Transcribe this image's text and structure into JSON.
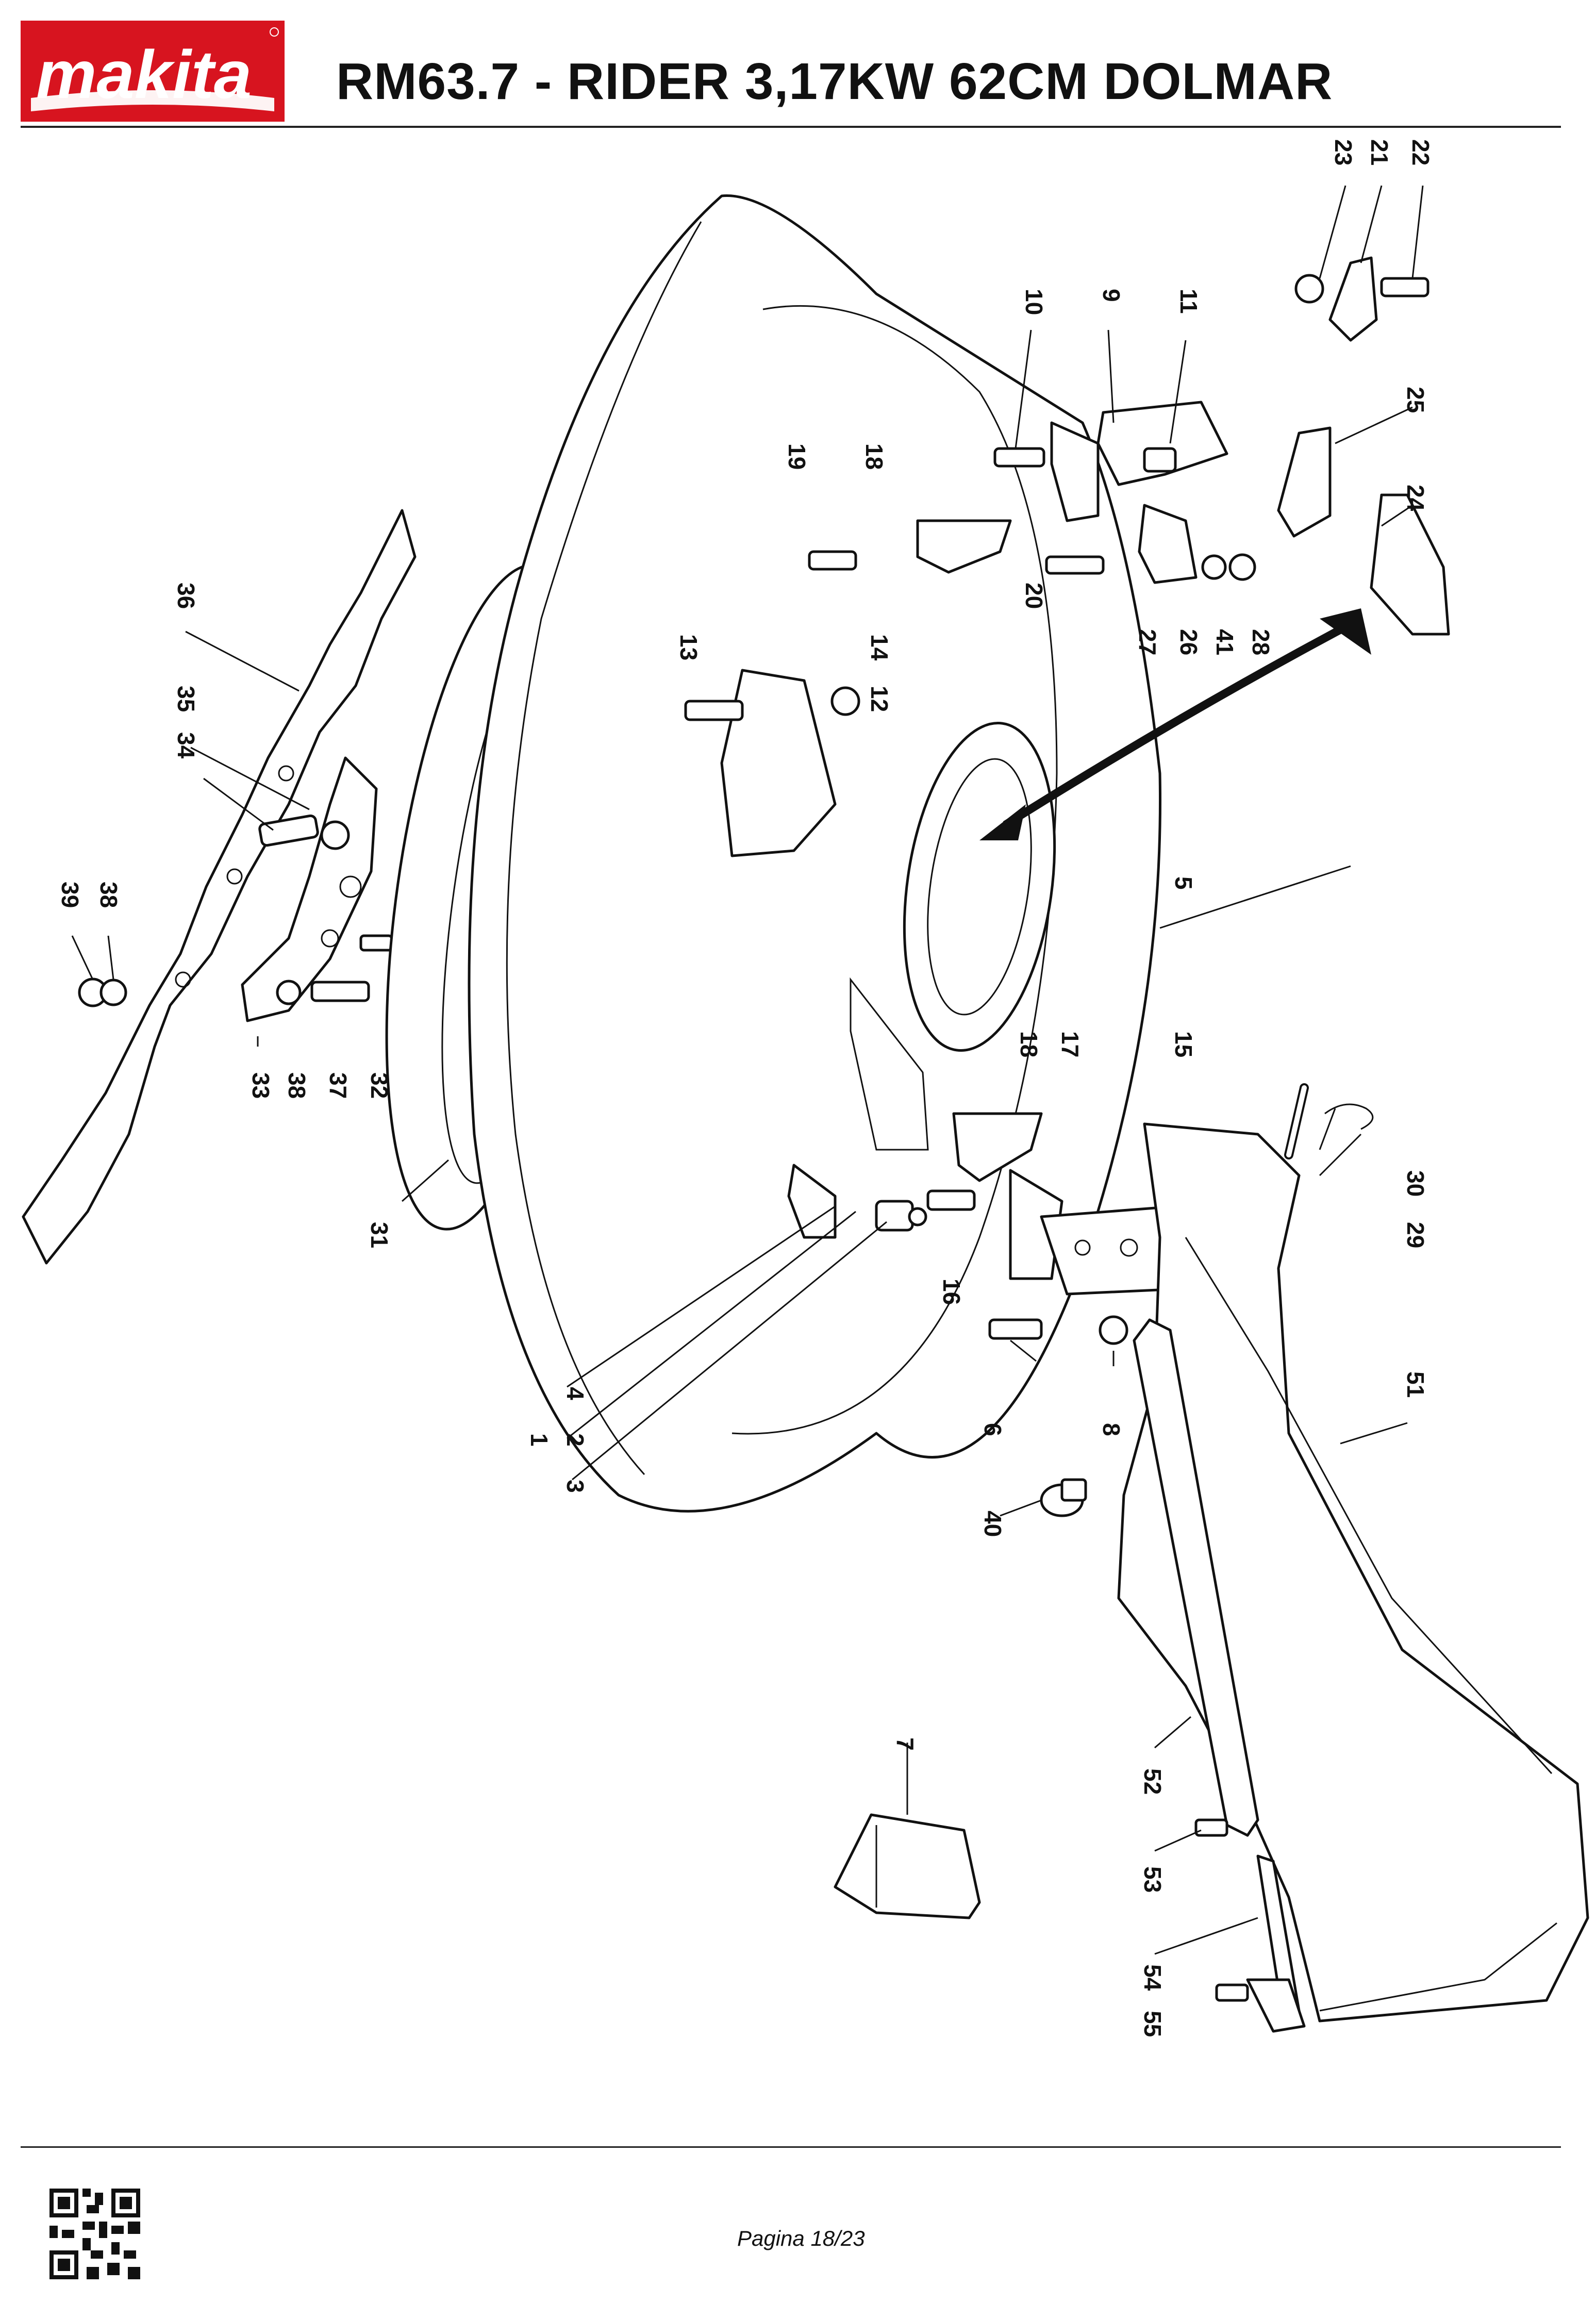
{
  "header": {
    "logo_text": "makita",
    "title": "RM63.7 - RIDER 3,17KW 62CM  DOLMAR"
  },
  "footer": {
    "page": "Pagina 18/23"
  },
  "diagram": {
    "callouts": [
      {
        "id": "c1",
        "label": "1"
      },
      {
        "id": "c2",
        "label": "2"
      },
      {
        "id": "c3",
        "label": "3"
      },
      {
        "id": "c4",
        "label": "4"
      },
      {
        "id": "c5",
        "label": "5"
      },
      {
        "id": "c6",
        "label": "6"
      },
      {
        "id": "c7",
        "label": "7"
      },
      {
        "id": "c8",
        "label": "8"
      },
      {
        "id": "c9",
        "label": "9"
      },
      {
        "id": "c10",
        "label": "10"
      },
      {
        "id": "c11",
        "label": "11"
      },
      {
        "id": "c12",
        "label": "12"
      },
      {
        "id": "c13",
        "label": "13"
      },
      {
        "id": "c14",
        "label": "14"
      },
      {
        "id": "c15",
        "label": "15"
      },
      {
        "id": "c16",
        "label": "16"
      },
      {
        "id": "c17",
        "label": "17"
      },
      {
        "id": "c18a",
        "label": "18"
      },
      {
        "id": "c18b",
        "label": "18"
      },
      {
        "id": "c19",
        "label": "19"
      },
      {
        "id": "c20",
        "label": "20"
      },
      {
        "id": "c21",
        "label": "21"
      },
      {
        "id": "c22",
        "label": "22"
      },
      {
        "id": "c23",
        "label": "23"
      },
      {
        "id": "c24",
        "label": "24"
      },
      {
        "id": "c25",
        "label": "25"
      },
      {
        "id": "c26",
        "label": "26"
      },
      {
        "id": "c27",
        "label": "27"
      },
      {
        "id": "c28",
        "label": "28"
      },
      {
        "id": "c29",
        "label": "29"
      },
      {
        "id": "c30",
        "label": "30"
      },
      {
        "id": "c31",
        "label": "31"
      },
      {
        "id": "c32",
        "label": "32"
      },
      {
        "id": "c33",
        "label": "33"
      },
      {
        "id": "c34",
        "label": "34"
      },
      {
        "id": "c35",
        "label": "35"
      },
      {
        "id": "c36",
        "label": "36"
      },
      {
        "id": "c37",
        "label": "37"
      },
      {
        "id": "c38a",
        "label": "38"
      },
      {
        "id": "c38b",
        "label": "38"
      },
      {
        "id": "c39",
        "label": "39"
      },
      {
        "id": "c40",
        "label": "40"
      },
      {
        "id": "c41",
        "label": "41"
      },
      {
        "id": "c51",
        "label": "51"
      },
      {
        "id": "c52",
        "label": "52"
      },
      {
        "id": "c53",
        "label": "53"
      },
      {
        "id": "c54",
        "label": "54"
      },
      {
        "id": "c55",
        "label": "55"
      }
    ]
  }
}
